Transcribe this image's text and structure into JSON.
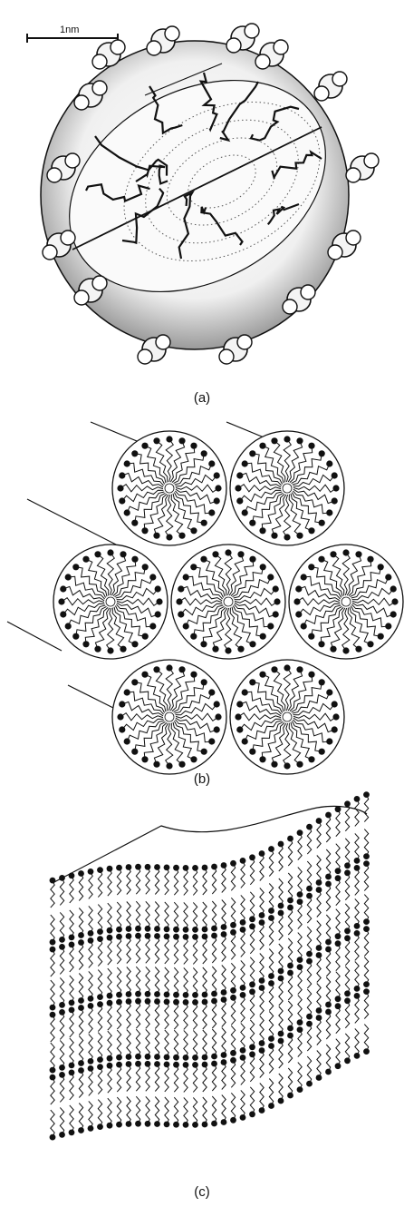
{
  "panels": {
    "a": {
      "caption": "(a)",
      "scale_bar_label": "1nm"
    },
    "b": {
      "caption": "(b)"
    },
    "c": {
      "caption": "(c)"
    }
  },
  "colors": {
    "ink": "#111111",
    "shade": "#8a8a8a",
    "background": "#ffffff"
  },
  "icons": {
    "headgroup": "filled-circle-icon",
    "water_molecule": "water-molecule-icon"
  }
}
